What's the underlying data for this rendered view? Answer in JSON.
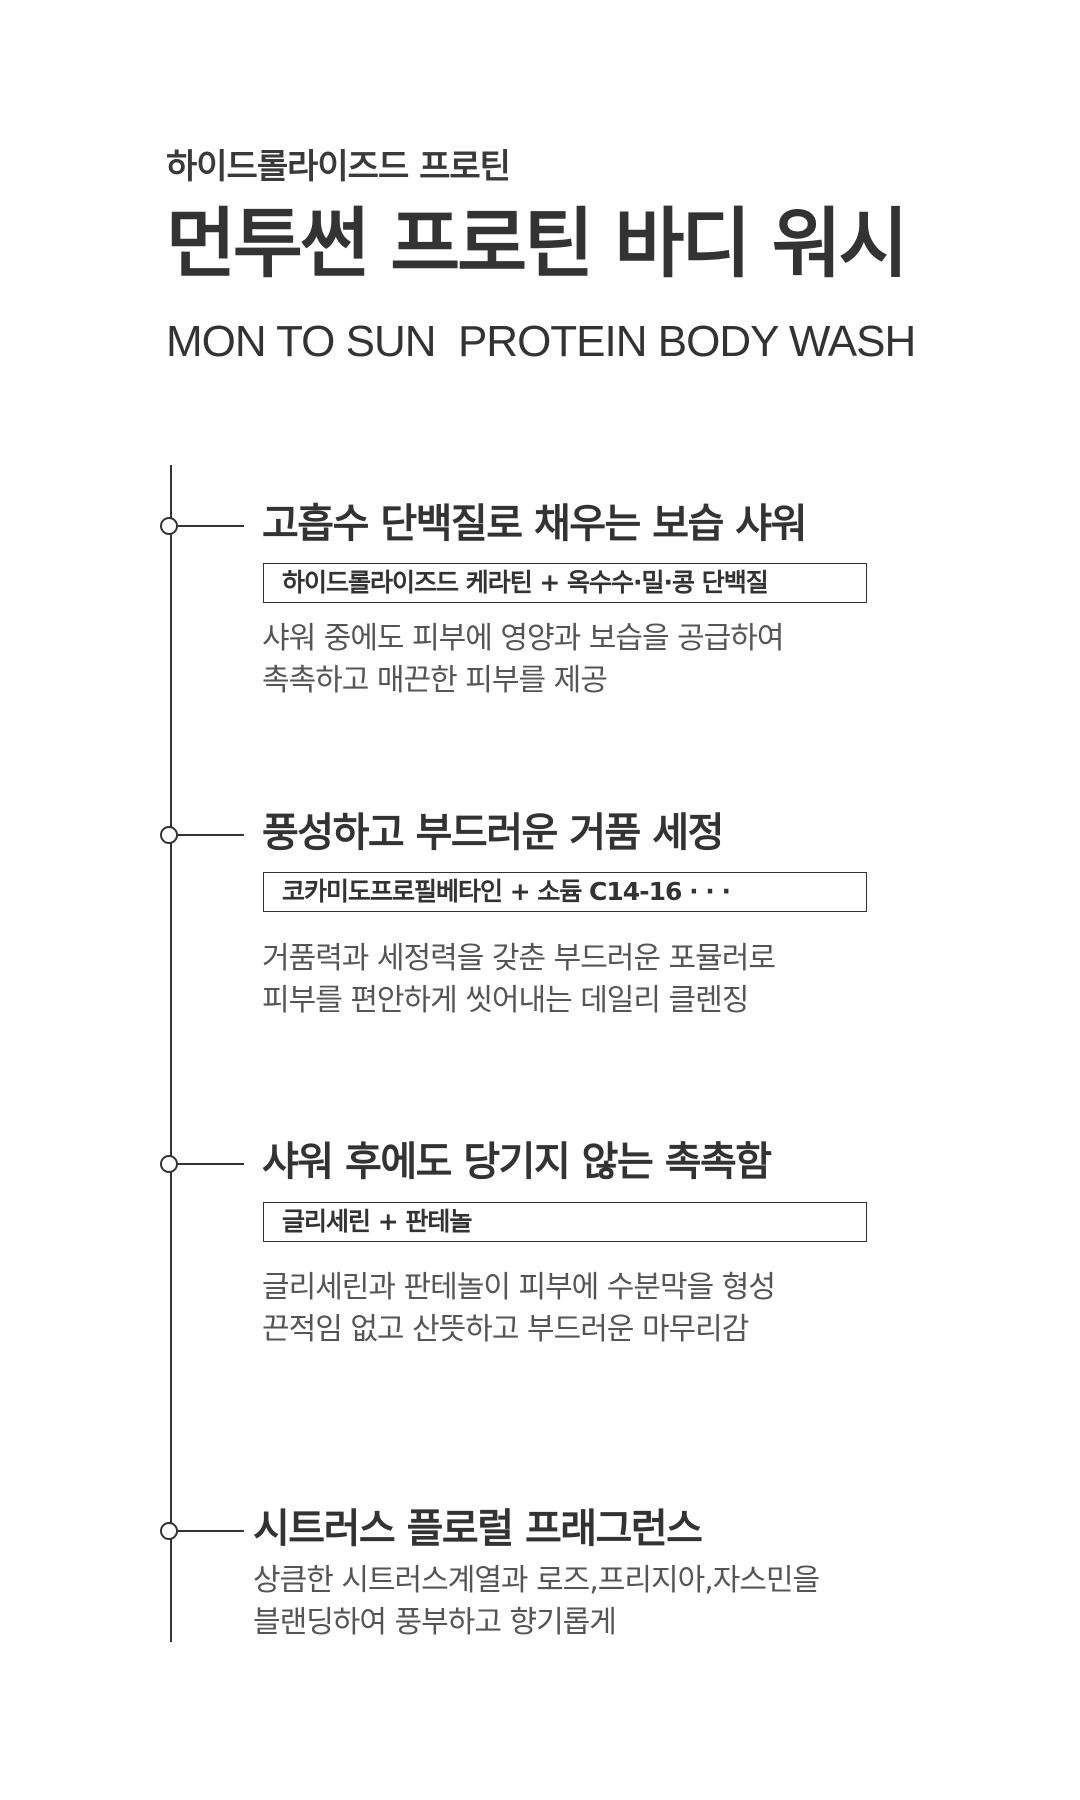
{
  "header": {
    "subtitle_kr": "하이드롤라이즈드 프로틴",
    "title_kr": "먼투썬 프로틴 바디 워시",
    "title_en": "MON TO SUN  PROTEIN BODY WASH"
  },
  "features": [
    {
      "title": "고흡수 단백질로 채우는 보습 샤워",
      "ingredients": "하이드롤라이즈드 케라틴 + 옥수수·밀·콩 단백질",
      "desc_lines": [
        "샤워 중에도 피부에 영양과 보습을 공급하여",
        "촉촉하고 매끈한 피부를 제공"
      ]
    },
    {
      "title": "풍성하고 부드러운 거품 세정",
      "ingredients": "코카미도프로필베타인 + 소듐 C14-16 · · ·",
      "desc_lines": [
        "거품력과 세정력을 갖춘 부드러운 포뮬러로",
        "피부를 편안하게 씻어내는 데일리 클렌징"
      ]
    },
    {
      "title": "샤워 후에도 당기지 않는 촉촉함",
      "ingredients": "글리세린 + 판테놀",
      "desc_lines": [
        "글리세린과 판테놀이 피부에 수분막을 형성",
        "끈적임 없고 산뜻하고 부드러운 마무리감"
      ]
    },
    {
      "title": "시트러스 플로럴 프래그런스",
      "desc_lines": [
        "상큼한 시트러스계열과 로즈,프리지아,자스민을",
        "블랜딩하여 풍부하고 향기롭게"
      ]
    }
  ]
}
